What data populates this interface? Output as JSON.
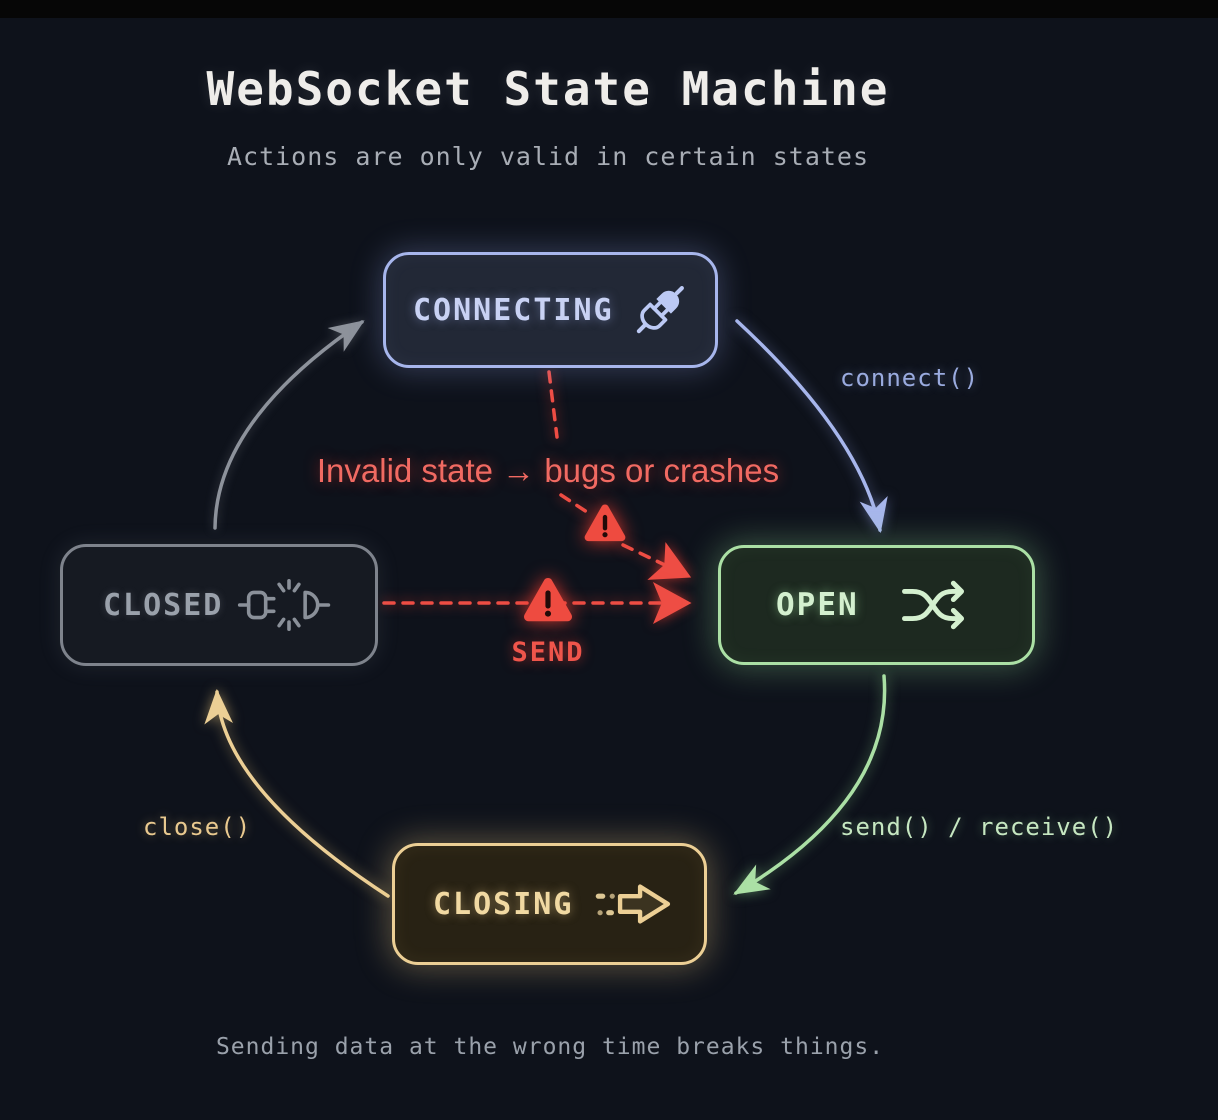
{
  "page": {
    "background": "#0e121b",
    "top_strip": "#060606"
  },
  "header": {
    "title": "WebSocket State Machine",
    "subtitle": "Actions are only valid in certain states"
  },
  "states": [
    {
      "id": "connecting",
      "label": "CONNECTING",
      "icon": "plug-connected-icon",
      "accent": "#a7b6ec"
    },
    {
      "id": "open",
      "label": "OPEN",
      "icon": "shuffle-icon",
      "accent": "#abe0a5"
    },
    {
      "id": "closing",
      "label": "CLOSING",
      "icon": "arrow-right-icon",
      "accent": "#eccf95"
    },
    {
      "id": "closed",
      "label": "CLOSED",
      "icon": "plug-disconnected-icon",
      "accent": "#7e838c"
    }
  ],
  "transitions": [
    {
      "id": "connect",
      "label": "connect()",
      "from": "CONNECTING",
      "to": "OPEN",
      "color": "#9aabdf"
    },
    {
      "id": "send-receive",
      "label": "send() / receive()",
      "from": "OPEN",
      "to": "CLOSING",
      "color": "#c6e7c1"
    },
    {
      "id": "close",
      "label": "close()",
      "from": "CLOSING",
      "to": "CLOSED",
      "color": "#e9c98f"
    },
    {
      "id": "reopen",
      "label": "",
      "from": "CLOSED",
      "to": "CONNECTING",
      "color": "#8a8f99"
    }
  ],
  "invalid": {
    "caption": "Invalid state → bugs or crashes",
    "action_label": "SEND",
    "color": "#ee4d44"
  },
  "footer": {
    "caption": "Sending data at the wrong time breaks things."
  }
}
